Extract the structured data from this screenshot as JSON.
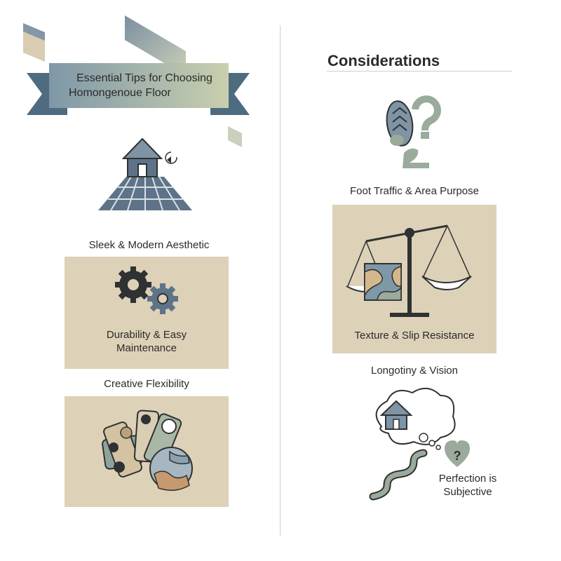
{
  "banner": {
    "title_line1": "Essential Tips for Choosing",
    "title_line2": "Homongenoue Floor"
  },
  "left": {
    "tip1": "Sleek & Modern Aesthetic",
    "tip2_line1": "Durability & Easy",
    "tip2_line2": "Maintenance",
    "tip3": "Creative Flexibility"
  },
  "right": {
    "heading": "Considerations",
    "item1": "Foot Traffic & Area Purpose",
    "item2": "Texture & Slip Resistance",
    "item3": "Longotiny & Vision",
    "item4_line1": "Perfection is",
    "item4_line2": "Subjective"
  },
  "colors": {
    "slate": "#5f7388",
    "sage": "#9aab9b",
    "tan": "#ddd1b8",
    "dark": "#2f3133"
  }
}
